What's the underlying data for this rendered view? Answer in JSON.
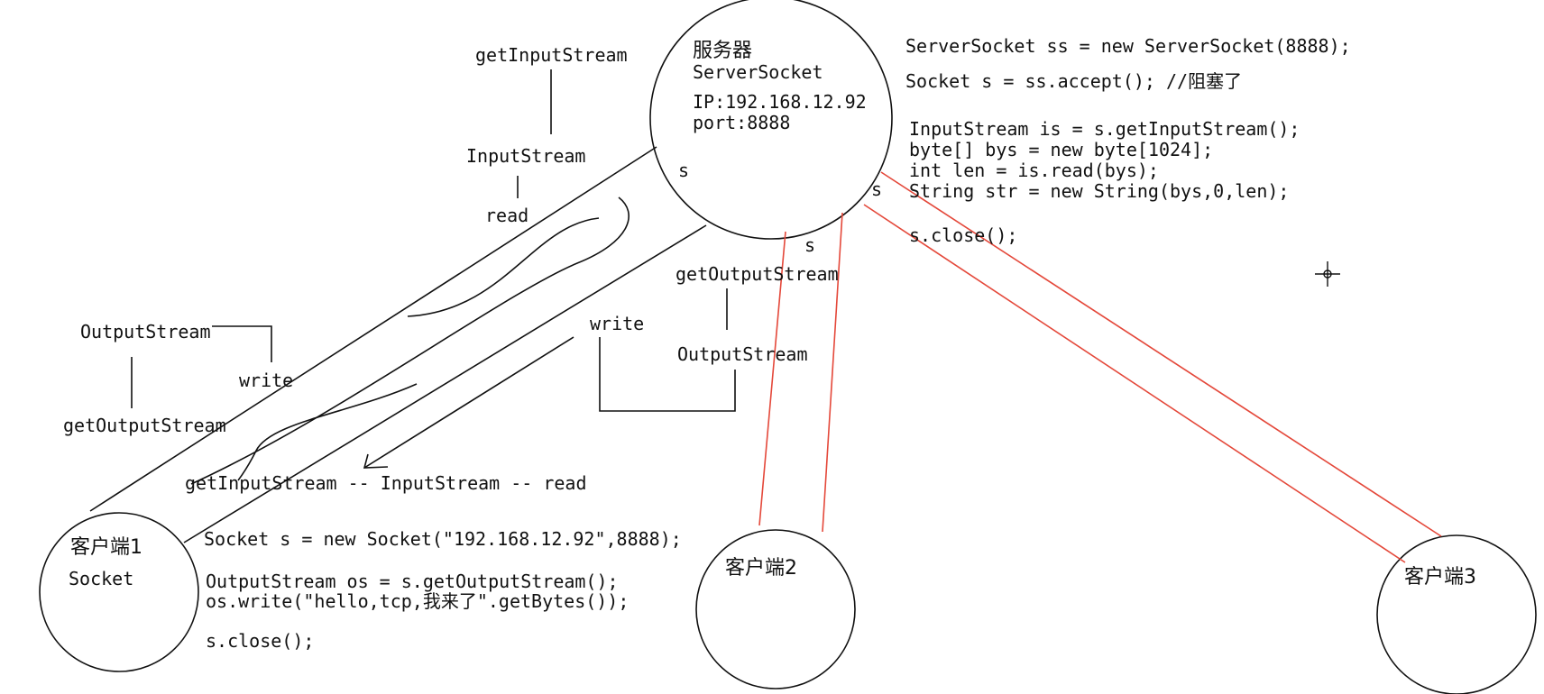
{
  "server": {
    "title": "服务器",
    "type": "ServerSocket",
    "ip": "IP:192.168.12.92",
    "port": "port:8888",
    "socket_label_left": "s",
    "socket_label_right": "s",
    "socket_label_bottom": "s"
  },
  "server_code": [
    "ServerSocket ss = new ServerSocket(8888);",
    "Socket s = ss.accept(); //阻塞了",
    "InputStream is = s.getInputStream();",
    "byte[] bys = new byte[1024];",
    "int len = is.read(bys);",
    "String str = new String(bys,0,len);",
    "s.close();"
  ],
  "client1": {
    "title": "客户端1",
    "type": "Socket"
  },
  "client1_code": [
    "Socket s = new Socket(\"192.168.12.92\",8888);",
    "OutputStream os = s.getOutputStream();",
    "os.write(\"hello,tcp,我来了\".getBytes());",
    "s.close();"
  ],
  "client2": {
    "title": "客户端2"
  },
  "client3": {
    "title": "客户端3"
  },
  "annotations": {
    "server_get_input": "getInputStream",
    "server_input_stream": "InputStream",
    "server_read": "read",
    "server_get_output": "getOutputStream",
    "server_output_stream": "OutputStream",
    "server_write": "write",
    "client_output_stream": "OutputStream",
    "client_write": "write",
    "client_get_output": "getOutputStream",
    "client_input_chain": "getInputStream -- InputStream -- read"
  },
  "colors": {
    "line": "#111111",
    "connection_red": "#e4483a",
    "background": "#ffffff"
  }
}
